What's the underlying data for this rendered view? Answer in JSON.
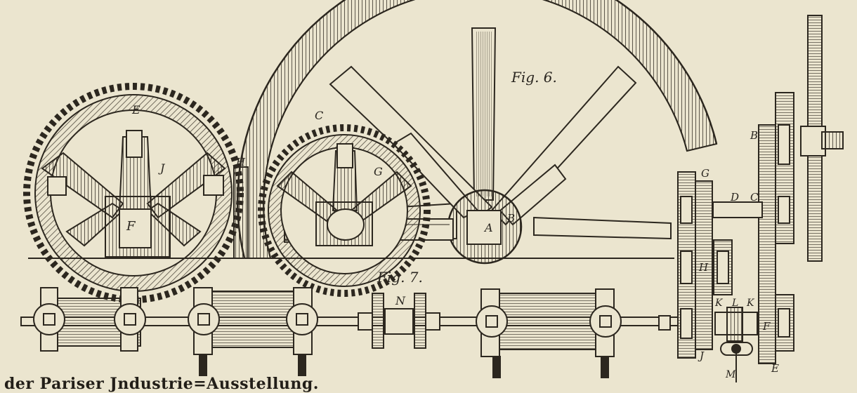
{
  "figures": {
    "fig6": {
      "title": "Fig. 6."
    },
    "fig7": {
      "title": "Fig. 7."
    }
  },
  "labels": {
    "E": "E",
    "J": "J",
    "F": "F",
    "H": "H",
    "C": "C",
    "G": "G",
    "A": "A",
    "B": "B",
    "side_G": "G",
    "side_B": "B",
    "side_D": "D",
    "side_C": "C",
    "side_H": "H",
    "side_K1": "K",
    "side_L": "L",
    "side_K2": "K",
    "side_F": "F",
    "side_J": "J",
    "side_E": "E",
    "side_M": "M",
    "N": "N"
  },
  "caption": "der Pariser Jndustrie=Ausstellung."
}
